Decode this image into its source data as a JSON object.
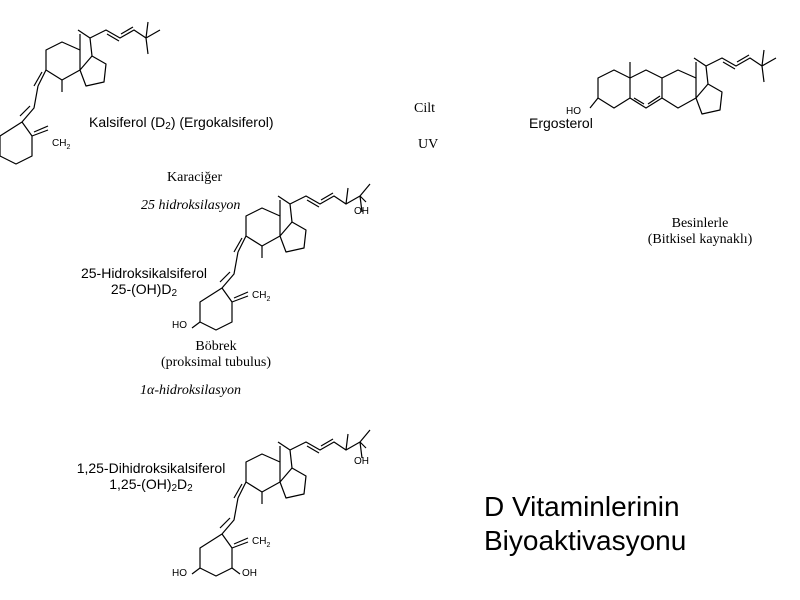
{
  "title": {
    "line1": "D Vitaminlerinin",
    "line2": "Biyoaktivasyonu"
  },
  "compounds": {
    "calciferol": {
      "name_prefix": "Kalsiferol (D",
      "name_sub": "2",
      "name_suffix": ") (Ergokalsiferol)"
    },
    "ergosterol": {
      "name": "Ergosterol"
    },
    "hydroxy25": {
      "line1": "25-Hidroksikalsiferol",
      "line2_prefix": "25-(OH)D",
      "line2_sub": "2"
    },
    "dihydroxy": {
      "line1": "1,25-Dihidroksikalsiferol",
      "line2_prefix": "1,25-(OH)",
      "line2_sub1": "2",
      "line2_mid": "D",
      "line2_sub2": "2"
    }
  },
  "steps": {
    "skin": {
      "organ": "Cilt",
      "process": "UV"
    },
    "diet": {
      "line1": "Besinlerle",
      "line2": "(Bitkisel kaynaklı)"
    },
    "liver": {
      "organ": "Karaciğer",
      "process": "25 hidroksilasyon"
    },
    "kidney": {
      "organ": "Böbrek",
      "location": "(proksimal tubulus)",
      "process_prefix": "1",
      "process_greek": "α",
      "process_suffix": "-hidroksilasyon"
    }
  },
  "atom_labels": {
    "ho": "HO",
    "oh": "OH",
    "ch2": "CH",
    "ch2_sub": "2"
  }
}
